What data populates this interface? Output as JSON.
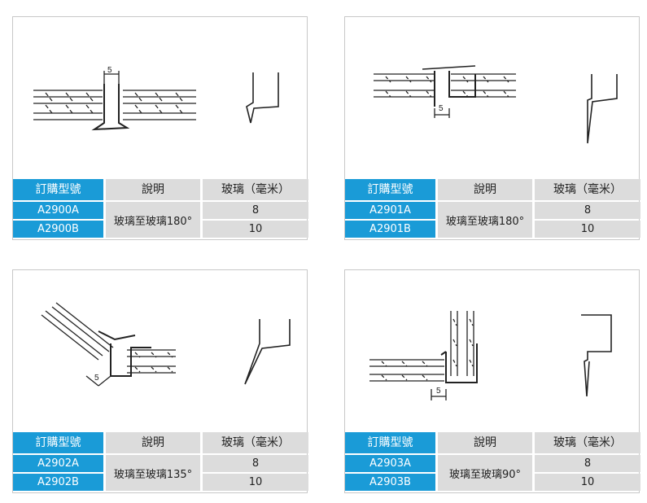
{
  "colors": {
    "accent": "#1a9bd7",
    "cell": "#dcdcdc"
  },
  "headers": {
    "code": "訂購型號",
    "desc": "說明",
    "glass": "玻璃（毫米）"
  },
  "products": [
    {
      "codes": [
        "A2900A",
        "A2900B"
      ],
      "desc": "玻璃至玻璃180°",
      "glass": [
        "8",
        "10"
      ],
      "gap_label": "5"
    },
    {
      "codes": [
        "A2901A",
        "A2901B"
      ],
      "desc": "玻璃至玻璃180°",
      "glass": [
        "8",
        "10"
      ],
      "gap_label": "5"
    },
    {
      "codes": [
        "A2902A",
        "A2902B"
      ],
      "desc": "玻璃至玻璃135°",
      "glass": [
        "8",
        "10"
      ],
      "gap_label": "5"
    },
    {
      "codes": [
        "A2903A",
        "A2903B"
      ],
      "desc": "玻璃至玻璃90°",
      "glass": [
        "8",
        "10"
      ],
      "gap_label": "5"
    }
  ]
}
